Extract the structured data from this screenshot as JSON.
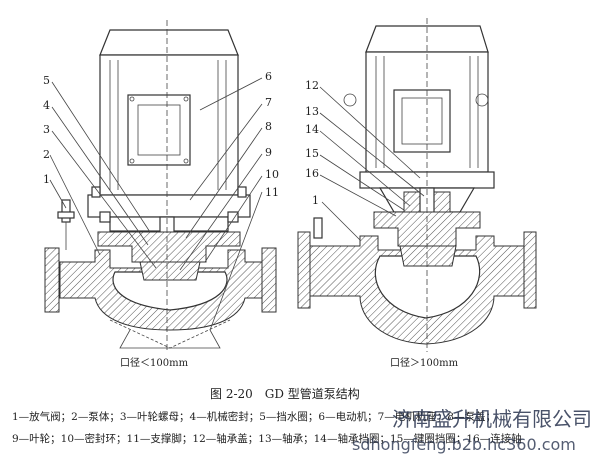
{
  "figure": {
    "title": "图 2-20　GD 型管道泵结构",
    "caption_left": "口径＜100mm",
    "caption_right": "口径＞100mm"
  },
  "callouts_left": [
    "5",
    "4",
    "3",
    "2",
    "1",
    "6",
    "7",
    "8",
    "9",
    "10",
    "11"
  ],
  "callouts_right": [
    "12",
    "13",
    "14",
    "15",
    "16",
    "1"
  ],
  "legend": {
    "line1": "1—放气阀；2—泵体；3—叶轮螺母；4—机械密封；5—挡水圈；6—电动机；7—电机机座；8—泵盖；",
    "line2": "9—叶轮；10—密封环；11—支撑脚；12—轴承盖；13—轴承；14—轴承挡圈；15—键圈挡圈；16—连接轴"
  },
  "watermark": {
    "line1": "济南盛升机械有限公司",
    "line2": "sdhongfeng.b2b.hc360.com"
  }
}
